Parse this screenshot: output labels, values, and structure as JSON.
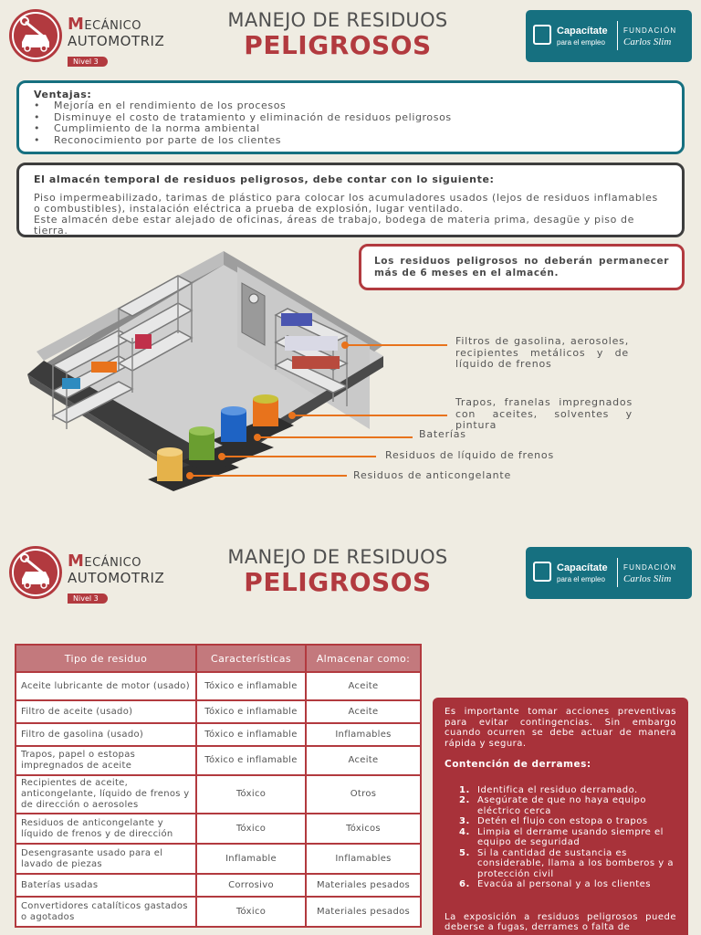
{
  "header": {
    "brand_line1_first": "M",
    "brand_line1_rest": "ECÁNICO",
    "brand_line2": "AUTOMOTRIZ",
    "nivel": "Nivel 3",
    "title_line1": "MANEJO DE RESIDUOS",
    "title_line2": "PELIGROSOS",
    "capacitate_title": "Capacítate",
    "capacitate_sub": "para el empleo",
    "fundacion": "FUNDACIÓN",
    "fundacion_name": "Carlos Slim"
  },
  "ventajas": {
    "heading": "Ventajas:",
    "items": [
      "Mejoría en el rendimiento de los procesos",
      "Disminuye el costo de tratamiento y eliminación de residuos peligrosos",
      "Cumplimiento de la norma ambiental",
      "Reconocimiento por parte de los clientes"
    ]
  },
  "almacen": {
    "heading": "El almacén temporal de residuos peligrosos, debe contar con lo siguiente:",
    "p1": "Piso impermeabilizado, tarimas de plástico para colocar los acumuladores usados (lejos de residuos inflamables o combustibles), instalación eléctrica a prueba de explosión, lugar ventilado.",
    "p2": "Este almacén debe estar alejado de oficinas, áreas de trabajo, bodega de materia prima, desagüe y piso de tierra."
  },
  "aviso": "Los residuos peligrosos no deberán permanecer más de 6 meses en el almacén.",
  "callouts": {
    "filtros": "Filtros de gasolina, aerosoles, recipientes metálicos y de líquido de frenos",
    "trapos": "Trapos, franelas impregnados con aceites, solventes y pintura",
    "baterias": "Baterías",
    "liquido_frenos": "Residuos de líquido de frenos",
    "anticongelante": "Residuos de anticongelante"
  },
  "table": {
    "headers": [
      "Tipo de residuo",
      "Características",
      "Almacenar como:"
    ],
    "rows": [
      [
        "Aceite lubricante de motor (usado)",
        "Tóxico e inflamable",
        "Aceite"
      ],
      [
        "Filtro de aceite (usado)",
        "Tóxico e inflamable",
        "Aceite"
      ],
      [
        "Filtro de gasolina (usado)",
        "Tóxico e inflamable",
        "Inflamables"
      ],
      [
        "Trapos, papel o estopas impregnados de aceite",
        "Tóxico e inflamable",
        "Aceite"
      ],
      [
        "Recipientes de aceite, anticongelante, líquido de frenos y de dirección o aerosoles",
        "Tóxico",
        "Otros"
      ],
      [
        "Residuos de anticongelante y líquido de frenos y de dirección",
        "Tóxico",
        "Tóxicos"
      ],
      [
        "Desengrasante usado para el lavado de piezas",
        "Inflamable",
        "Inflamables"
      ],
      [
        "Baterías usadas",
        "Corrosivo",
        "Materiales pesados"
      ],
      [
        "Convertidores catalíticos gastados o agotados",
        "Tóxico",
        "Materiales pesados"
      ]
    ]
  },
  "derrames": {
    "intro": "Es importante tomar acciones preventivas para evitar contingencias. Sin embargo cuando ocurren se debe actuar de manera rápida y segura.",
    "heading": "Contención de derrames:",
    "steps": [
      {
        "n": "1.",
        "text": "Identifica el residuo derramado."
      },
      {
        "n": "2.",
        "text": "Asegúrate de que no haya equipo eléctrico cerca"
      },
      {
        "n": "3.",
        "text": "Detén el flujo con estopa o trapos"
      },
      {
        "n": "4.",
        "text": "Limpia el derrame usando siempre el equipo de seguridad"
      },
      {
        "n": "5.",
        "text": "Si la cantidad de sustancia es considerable, llama a los bomberos y a protección civil"
      },
      {
        "n": "6.",
        "text": "Evacúa al personal y a los clientes"
      }
    ],
    "outro": "La exposición a residuos peligrosos puede deberse a fugas, derrames o falta de"
  },
  "colors": {
    "red": "#b23a3f",
    "teal": "#167080",
    "orange": "#e8731c",
    "dark": "#3d3d3d"
  }
}
